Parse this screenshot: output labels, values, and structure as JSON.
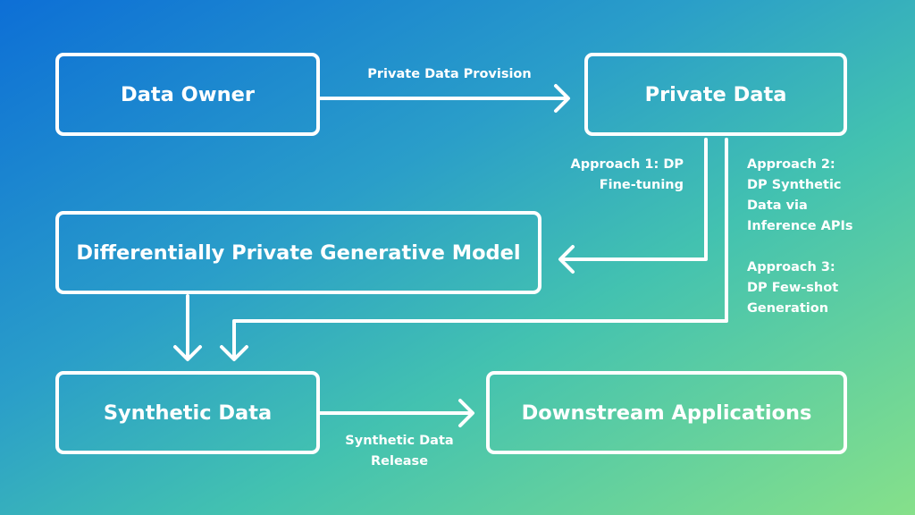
{
  "nodes": {
    "data_owner": "Data Owner",
    "private_data": "Private Data",
    "dp_model": "Differentially Private Generative Model",
    "synthetic_data": "Synthetic Data",
    "downstream": "Downstream Applications"
  },
  "edges": {
    "provision": "Private Data Provision",
    "approach1": [
      "Approach 1: DP",
      "Fine-tuning"
    ],
    "approach2": [
      "Approach 2:",
      "DP Synthetic",
      "Data via",
      "Inference APIs"
    ],
    "approach3": [
      "Approach 3:",
      "DP Few-shot",
      "Generation"
    ],
    "release": [
      "Synthetic Data",
      "Release"
    ]
  }
}
